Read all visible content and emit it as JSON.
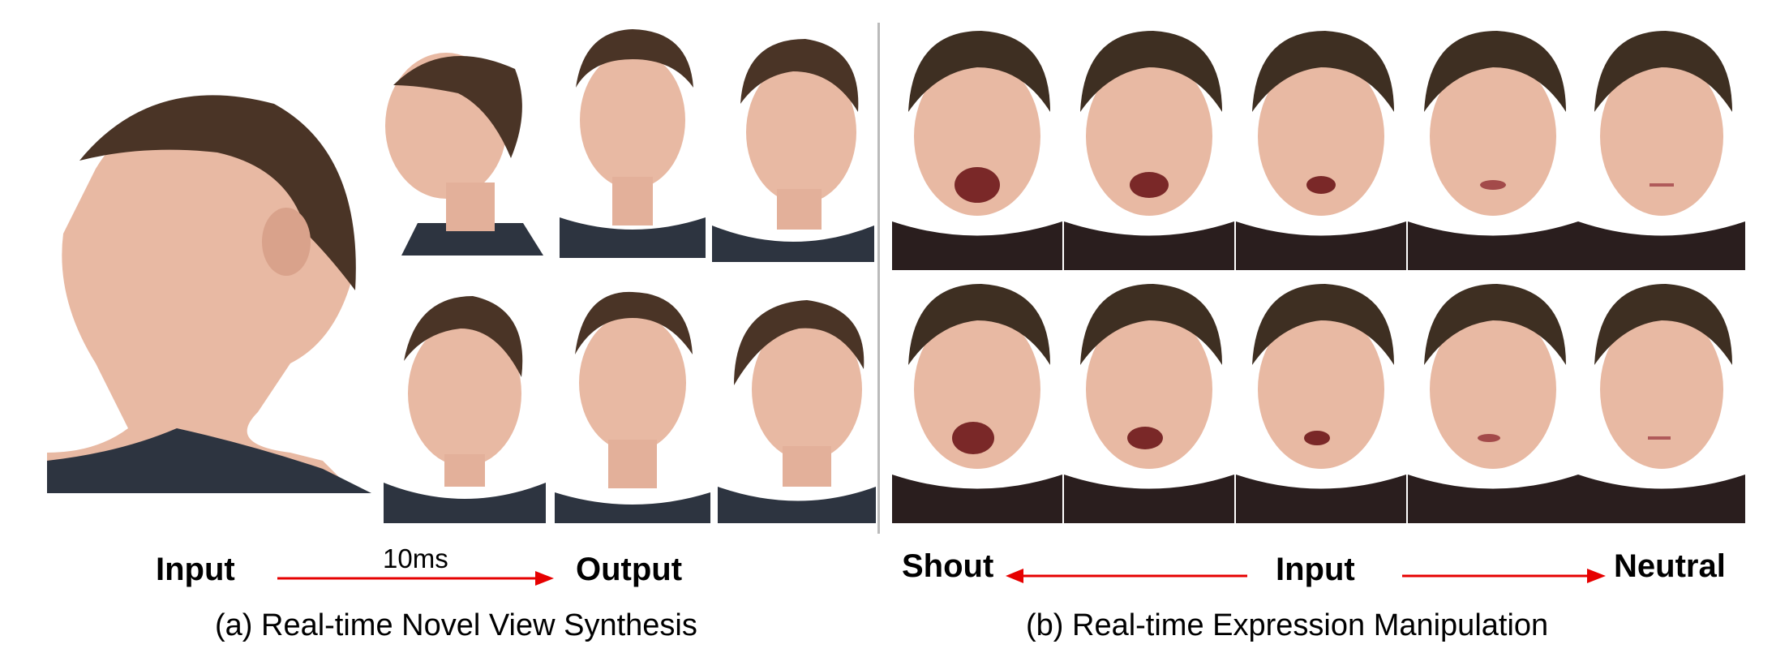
{
  "figure": {
    "panel_a": {
      "input_label": "Input",
      "timing_label": "10ms",
      "output_label": "Output",
      "caption": "(a) Real-time Novel View Synthesis"
    },
    "panel_b": {
      "left_label": "Shout",
      "center_label": "Input",
      "right_label": "Neutral",
      "caption": "(b) Real-time Expression Manipulation"
    },
    "colors": {
      "arrow": "#e60000",
      "skin": "#e8b9a3",
      "hair": "#4a3426",
      "shirt_a": "#2d3440",
      "shirt_b": "#2a1e1e"
    }
  }
}
